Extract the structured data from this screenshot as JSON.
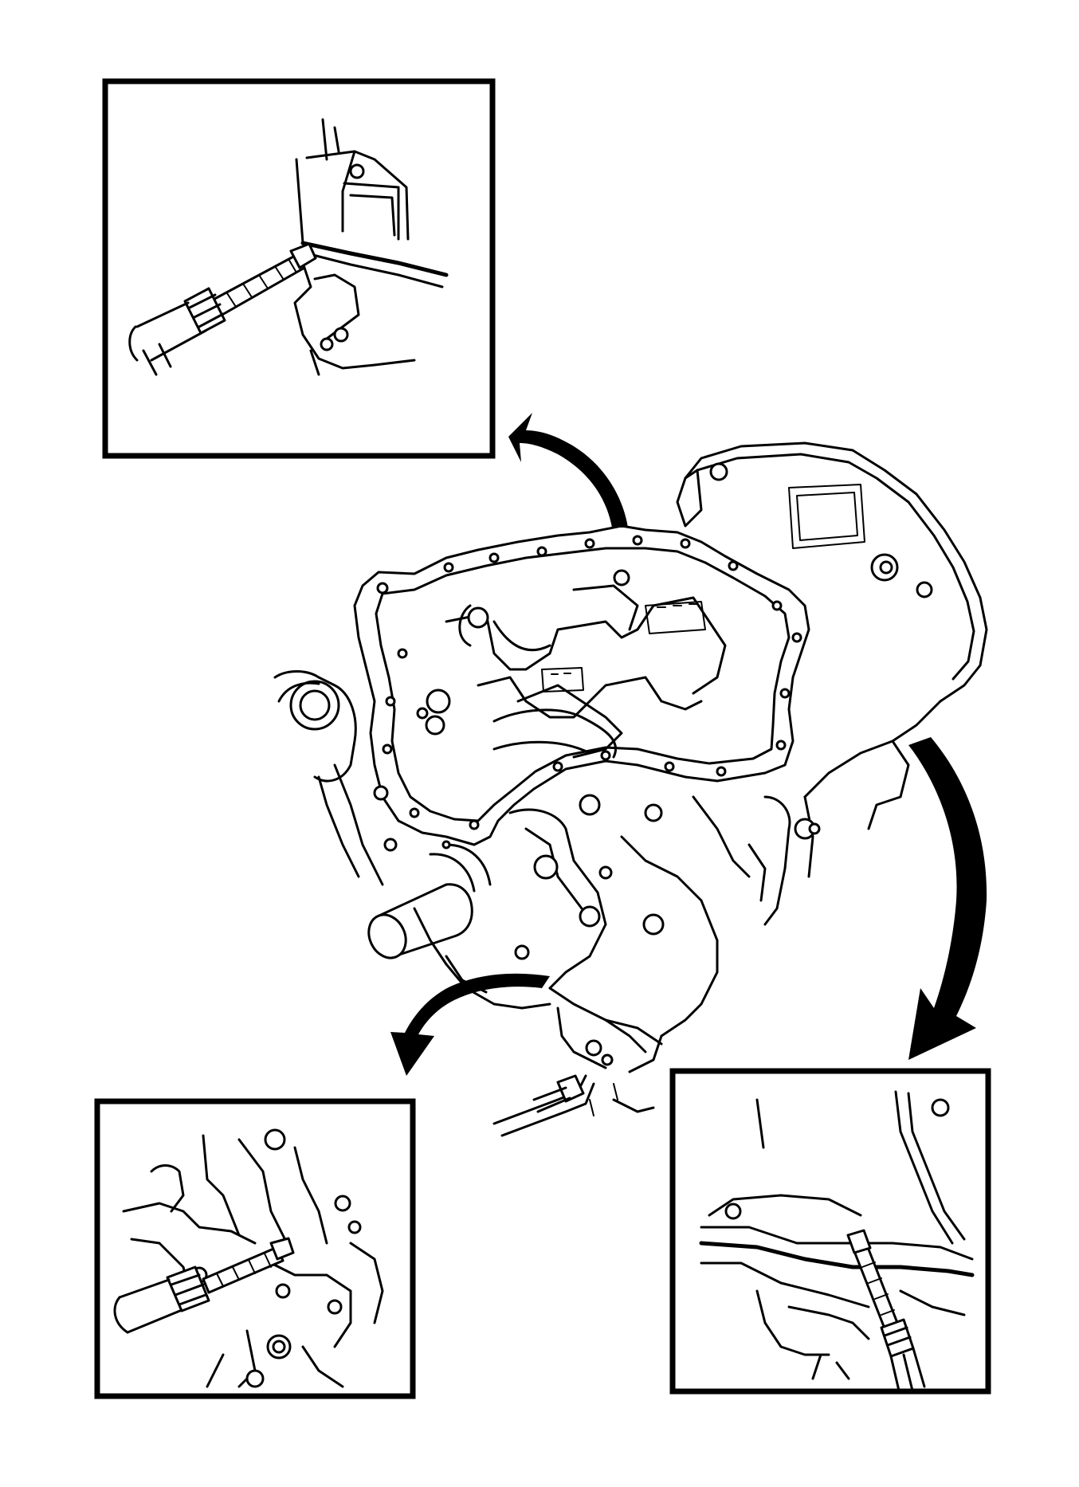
{
  "figure": {
    "colors": {
      "ink": "#000000",
      "paper": "#ffffff"
    },
    "panels": [
      {
        "id": "top-left",
        "icon": "screwdriver-prying-pan-flange-icon"
      },
      {
        "id": "bottom-left",
        "icon": "screwdriver-prying-front-flange-icon"
      },
      {
        "id": "bottom-right",
        "icon": "screwdriver-prying-rear-flange-icon"
      }
    ],
    "arrows": [
      {
        "id": "arrow-to-top-left"
      },
      {
        "id": "arrow-to-bottom-left"
      },
      {
        "id": "arrow-to-bottom-right"
      }
    ],
    "main_view": {
      "icon": "engine-block-oil-pan-underside-icon"
    }
  }
}
